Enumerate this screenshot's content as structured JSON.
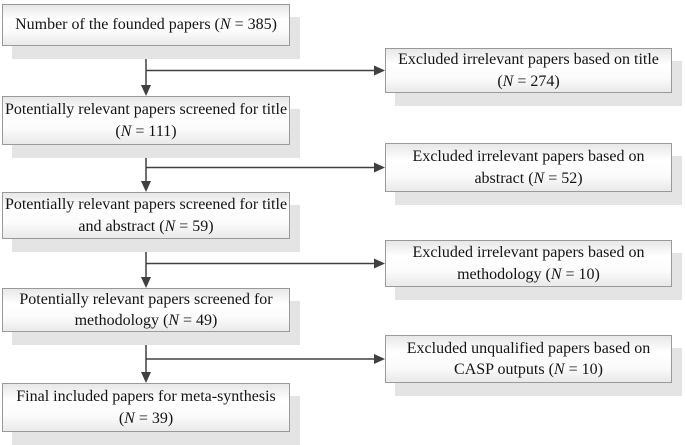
{
  "flowchart": {
    "main_boxes": [
      {
        "name": "found-papers",
        "lines": [
          "Number of the founded papers (N = 385)"
        ]
      },
      {
        "name": "screened-title",
        "lines": [
          "Potentially relevant papers screened for title",
          "(N = 111)"
        ]
      },
      {
        "name": "screened-title-abstract",
        "lines": [
          "Potentially relevant papers screened for title",
          "and abstract (N = 59)"
        ]
      },
      {
        "name": "screened-methodology",
        "lines": [
          "Potentially relevant papers screened for",
          "methodology (N = 49)"
        ]
      },
      {
        "name": "final-included",
        "lines": [
          "Final included papers for meta-synthesis",
          "(N = 39)"
        ]
      }
    ],
    "excluded_boxes": [
      {
        "name": "excluded-title",
        "lines": [
          "Excluded irrelevant papers based on title",
          "(N = 274)"
        ]
      },
      {
        "name": "excluded-abstract",
        "lines": [
          "Excluded irrelevant papers based on",
          "abstract (N = 52)"
        ]
      },
      {
        "name": "excluded-methodology",
        "lines": [
          "Excluded irrelevant papers based on",
          "methodology (N = 10)"
        ]
      },
      {
        "name": "excluded-casp",
        "lines": [
          "Excluded unqualified papers based on",
          "CASP outputs (N = 10)"
        ]
      }
    ],
    "colors": {
      "arrow": "#404040",
      "box_border": "#9a9a9a",
      "box_shadow": "#e4e4e4",
      "text": "#141414"
    }
  }
}
